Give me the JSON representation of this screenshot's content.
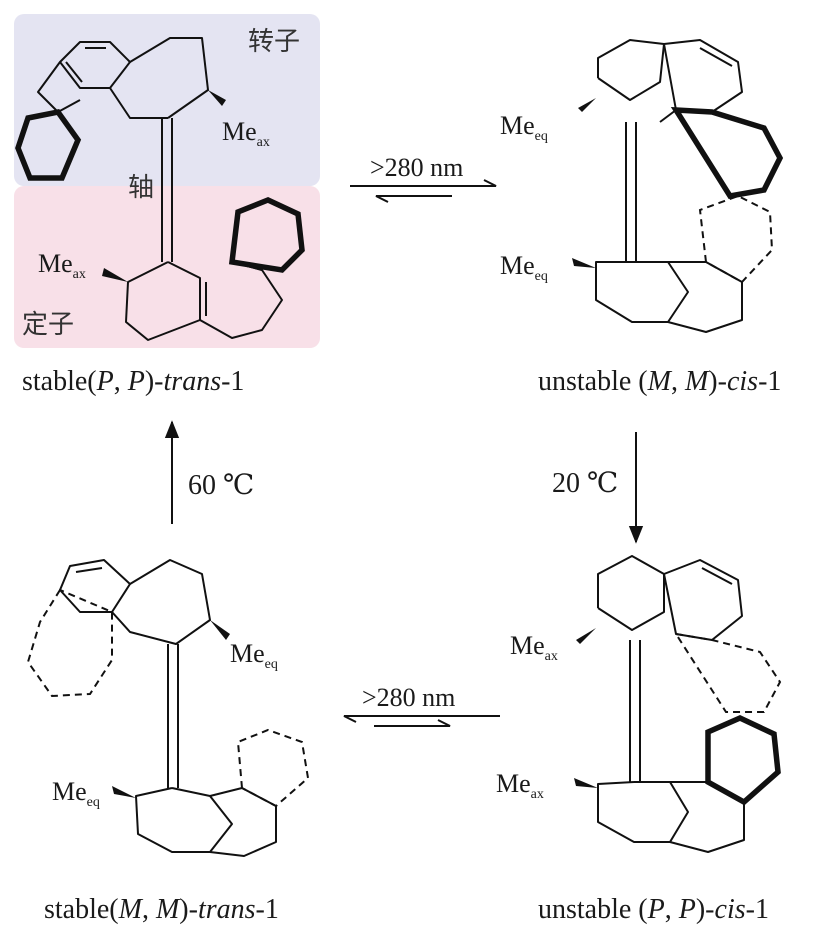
{
  "colors": {
    "rotor_box": "#e4e4f2",
    "stator_box": "#f8e0e8",
    "ink": "#111111"
  },
  "panel_labels": {
    "rotor": "转子",
    "axle": "轴",
    "stator": "定子"
  },
  "compounds": {
    "top_left": {
      "prefix": "stable(",
      "c1": "P",
      "sep": ", ",
      "c2": "P",
      "mid": ")-",
      "descriptor": "trans",
      "suffix": "-1",
      "methyl_top": {
        "base": "Me",
        "sub": "ax"
      },
      "methyl_bottom": {
        "base": "Me",
        "sub": "ax"
      }
    },
    "top_right": {
      "prefix": "unstable (",
      "c1": "M",
      "sep": ", ",
      "c2": "M",
      "mid": ")-",
      "descriptor": "cis",
      "suffix": "-1",
      "methyl_top": {
        "base": "Me",
        "sub": "eq"
      },
      "methyl_bottom": {
        "base": "Me",
        "sub": "eq"
      }
    },
    "bottom_right": {
      "prefix": "unstable (",
      "c1": "P",
      "sep": ", ",
      "c2": "P",
      "mid": ")-",
      "descriptor": "cis",
      "suffix": "-1",
      "methyl_top": {
        "base": "Me",
        "sub": "ax"
      },
      "methyl_bottom": {
        "base": "Me",
        "sub": "ax"
      }
    },
    "bottom_left": {
      "prefix": "stable(",
      "c1": "M",
      "sep": ", ",
      "c2": "M",
      "mid": ")-",
      "descriptor": "trans",
      "suffix": "-1",
      "methyl_top": {
        "base": "Me",
        "sub": "eq"
      },
      "methyl_bottom": {
        "base": "Me",
        "sub": "eq"
      }
    }
  },
  "conditions": {
    "photo_top": ">280 nm",
    "thermal_right": "20 ℃",
    "photo_bottom": ">280 nm",
    "thermal_left": "60 ℃"
  }
}
